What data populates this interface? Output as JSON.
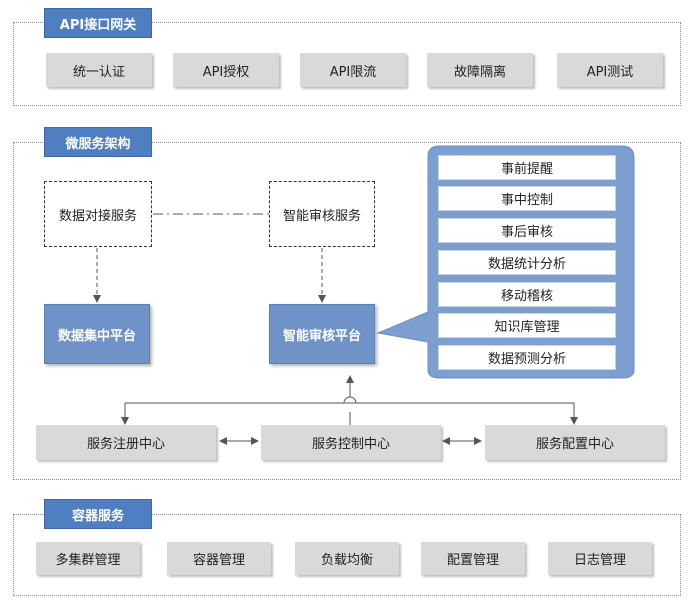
{
  "sections": {
    "gateway": {
      "title": "API接口网关",
      "items": [
        "统一认证",
        "API授权",
        "API限流",
        "故障隔离",
        "API测试"
      ]
    },
    "microservice": {
      "title": "微服务架构",
      "data_sync": "数据对接服务",
      "audit_service": "智能审核服务",
      "data_platform": "数据集中平台",
      "audit_platform": "智能审核平台",
      "bubble_items": [
        "事前提醒",
        "事中控制",
        "事后审核",
        "数据统计分析",
        "移动稽核",
        "知识库管理",
        "数据预测分析"
      ],
      "registry": "服务注册中心",
      "control": "服务控制中心",
      "config": "服务配置中心"
    },
    "container": {
      "title": "容器服务",
      "items": [
        "多集群管理",
        "容器管理",
        "负载均衡",
        "配置管理",
        "日志管理"
      ]
    }
  },
  "colors": {
    "title_blue": "#4f7fc0",
    "platform_blue": "#6f93c9",
    "bubble_blue": "#7d9fd0",
    "gray_button": "#d9d9d9"
  }
}
